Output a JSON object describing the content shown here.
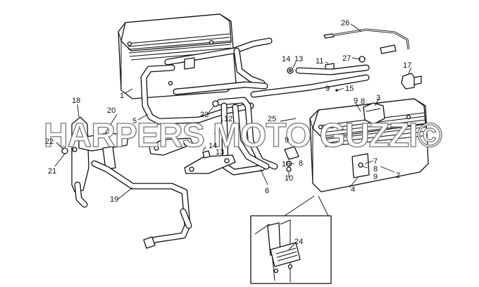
{
  "diagram": {
    "watermark": "HARPERS MOTO GUZZI©",
    "callouts": [
      "1",
      "2",
      "3",
      "4",
      "5",
      "6",
      "7",
      "8",
      "9",
      "10",
      "11",
      "12",
      "13",
      "14",
      "15",
      "16",
      "17",
      "18",
      "19",
      "20",
      "21",
      "22",
      "23",
      "24",
      "25",
      "26",
      "27"
    ]
  }
}
